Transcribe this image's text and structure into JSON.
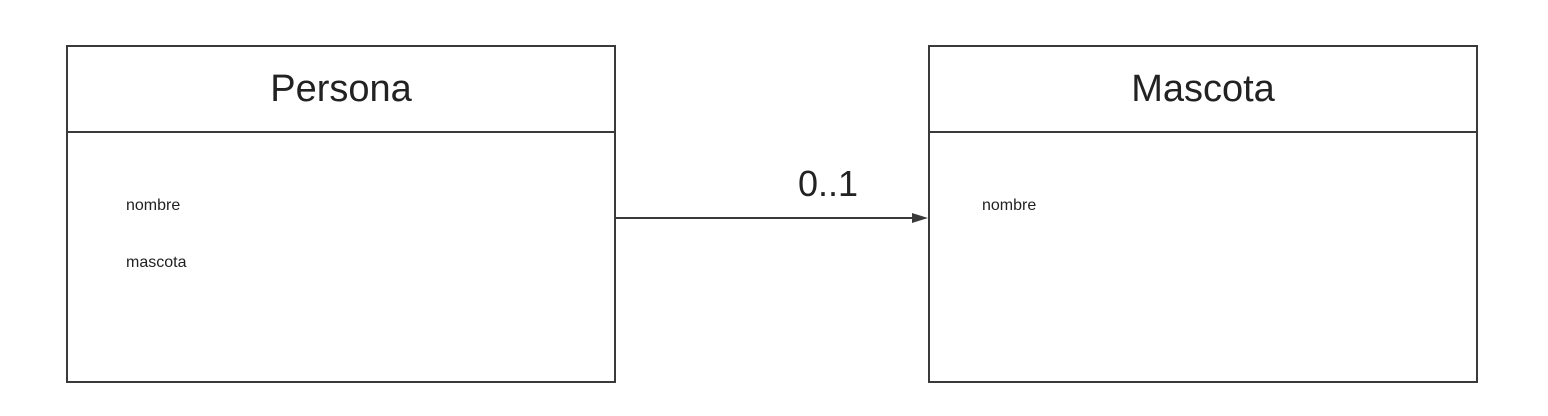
{
  "classes": [
    {
      "name": "Persona",
      "attributes": [
        "nombre",
        "mascota"
      ]
    },
    {
      "name": "Mascota",
      "attributes": [
        "nombre"
      ]
    }
  ],
  "association": {
    "from": "Persona",
    "to": "Mascota",
    "multiplicity": "0..1",
    "line_color": "#3a3a3a"
  }
}
